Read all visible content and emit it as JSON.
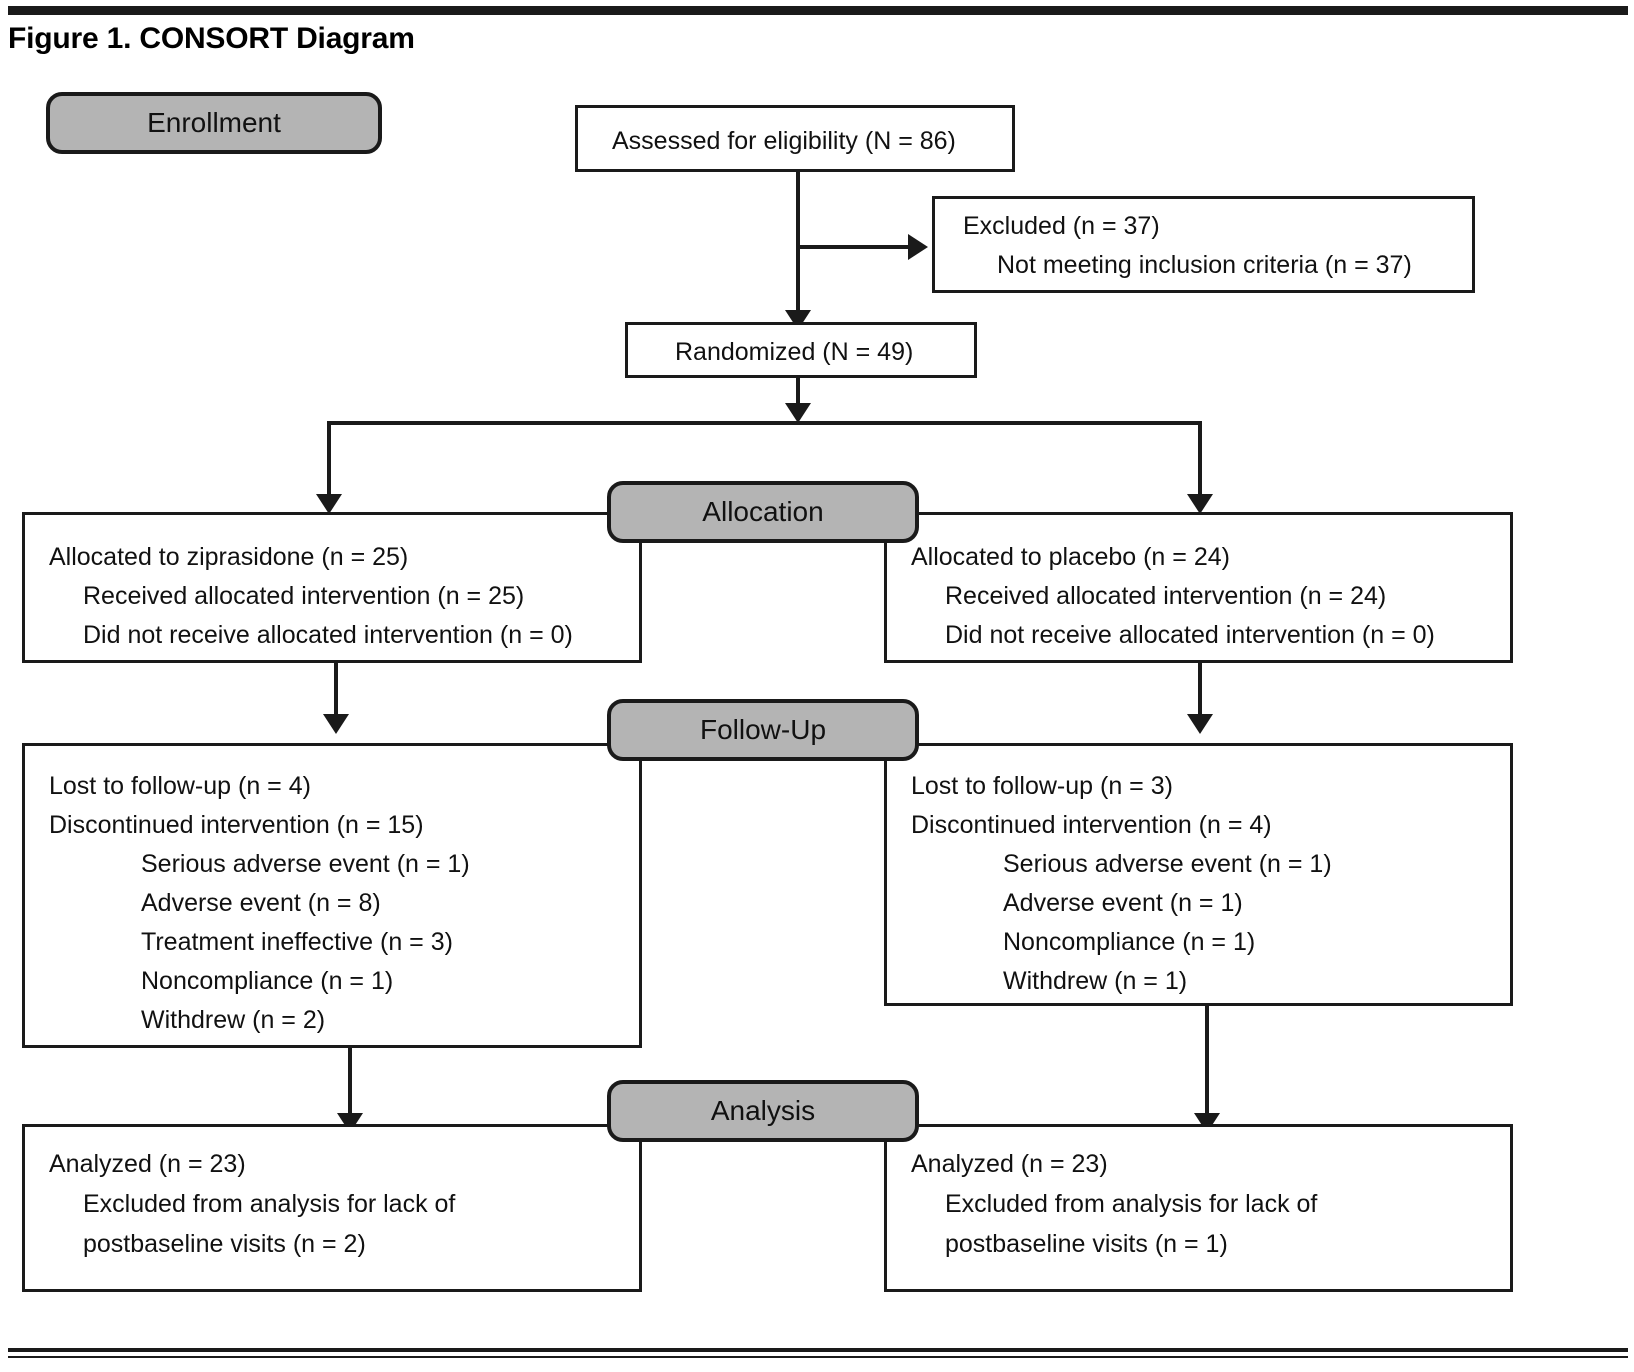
{
  "figure": {
    "title": "Figure 1. CONSORT Diagram"
  },
  "stages": {
    "enrollment": "Enrollment",
    "allocation": "Allocation",
    "followup": "Follow-Up",
    "analysis": "Analysis"
  },
  "colors": {
    "stage_fill": "#b4b4b4",
    "stroke": "#1a1a1a",
    "box_fill": "#ffffff",
    "text": "#111111"
  },
  "nodes": {
    "assessed": {
      "lines": [
        "Assessed for eligibility (N = 86)"
      ]
    },
    "excluded": {
      "lines": [
        "Excluded (n = 37)",
        "Not meeting inclusion criteria (n = 37)"
      ]
    },
    "randomized": {
      "lines": [
        "Randomized (N = 49)"
      ]
    },
    "allocated_left": {
      "lines": [
        "Allocated to ziprasidone (n = 25)",
        "Received allocated intervention (n = 25)",
        "Did not receive allocated intervention (n = 0)"
      ]
    },
    "allocated_right": {
      "lines": [
        "Allocated to placebo (n = 24)",
        "Received allocated intervention (n = 24)",
        "Did not receive allocated intervention (n = 0)"
      ]
    },
    "followup_left": {
      "lines": [
        "Lost to follow-up (n = 4)",
        "Discontinued intervention (n = 15)",
        "Serious adverse event (n = 1)",
        "Adverse event (n = 8)",
        "Treatment ineffective (n = 3)",
        "Noncompliance (n = 1)",
        "Withdrew (n = 2)"
      ]
    },
    "followup_right": {
      "lines": [
        "Lost to follow-up (n = 3)",
        "Discontinued intervention (n = 4)",
        "Serious adverse event (n = 1)",
        "Adverse event (n = 1)",
        "Noncompliance (n = 1)",
        "Withdrew (n = 1)"
      ]
    },
    "analysis_left": {
      "lines": [
        "Analyzed (n = 23)",
        "Excluded from analysis for lack of",
        "postbaseline visits (n = 2)"
      ]
    },
    "analysis_right": {
      "lines": [
        "Analyzed (n = 23)",
        "Excluded from analysis for lack of",
        "postbaseline visits (n = 1)"
      ]
    }
  },
  "flow_data": {
    "type": "consort-flow",
    "assessed_for_eligibility": 86,
    "excluded_total": 37,
    "excluded_not_meeting_inclusion_criteria": 37,
    "randomized": 49,
    "arms": [
      {
        "name": "ziprasidone",
        "allocated": 25,
        "received_allocated_intervention": 25,
        "did_not_receive_allocated_intervention": 0,
        "lost_to_followup": 4,
        "discontinued_intervention": 15,
        "discontinued_reasons": {
          "serious_adverse_event": 1,
          "adverse_event": 8,
          "treatment_ineffective": 3,
          "noncompliance": 1,
          "withdrew": 2
        },
        "analyzed": 23,
        "excluded_from_analysis_lack_of_postbaseline_visits": 2
      },
      {
        "name": "placebo",
        "allocated": 24,
        "received_allocated_intervention": 24,
        "did_not_receive_allocated_intervention": 0,
        "lost_to_followup": 3,
        "discontinued_intervention": 4,
        "discontinued_reasons": {
          "serious_adverse_event": 1,
          "adverse_event": 1,
          "noncompliance": 1,
          "withdrew": 1
        },
        "analyzed": 23,
        "excluded_from_analysis_lack_of_postbaseline_visits": 1
      }
    ]
  }
}
